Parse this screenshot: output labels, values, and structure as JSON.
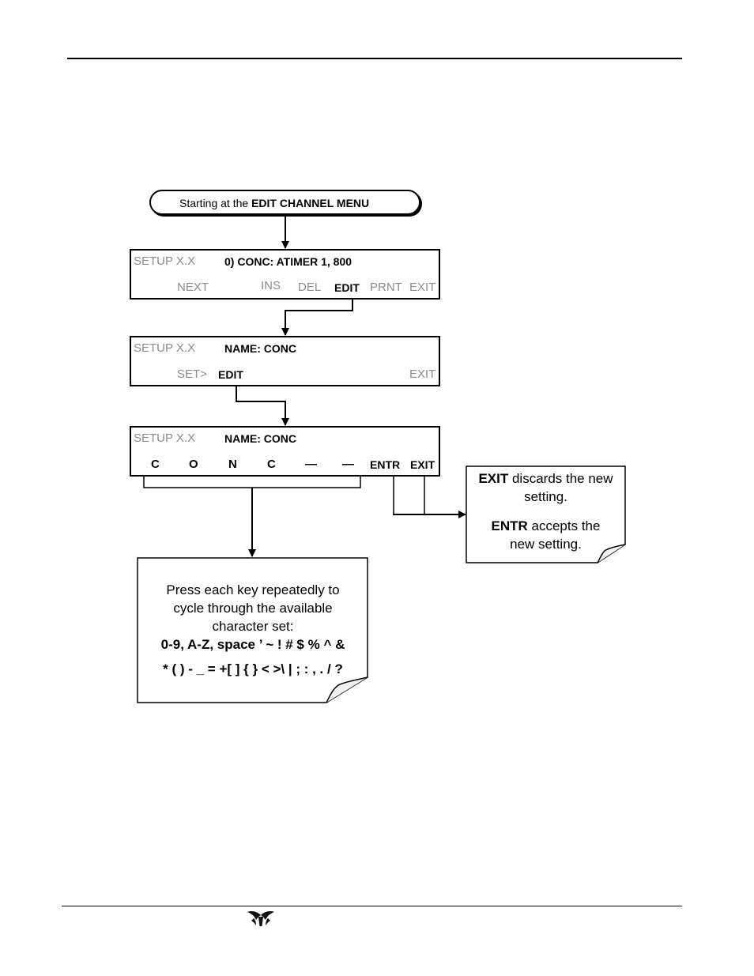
{
  "start": {
    "prefix": "Starting at the ",
    "menu": "EDIT CHANNEL MENU"
  },
  "panel1": {
    "mode": "SETUP X.X",
    "message": "0) CONC:  ATIMER 1, 800",
    "keys": [
      "NEXT",
      "INS",
      "DEL",
      "EDIT",
      "PRNT",
      "EXIT"
    ]
  },
  "panel2": {
    "mode": "SETUP X.X",
    "message": "NAME: CONC",
    "keys": [
      "SET>",
      "EDIT",
      "EXIT"
    ]
  },
  "panel3": {
    "mode": "SETUP X.X",
    "message": "NAME: CONC",
    "keys": [
      "C",
      "O",
      "N",
      "C",
      "—",
      "—",
      "ENTR",
      "EXIT"
    ]
  },
  "note_exit": {
    "line1_bold": "EXIT",
    "line1_rest": " discards the new",
    "line2": "setting.",
    "line3_bold": "ENTR",
    "line3_rest": " accepts the",
    "line4": "new setting."
  },
  "note_chars": {
    "line1": "Press each key repeatedly to",
    "line2": "cycle through the available",
    "line3": "character set:",
    "line4": "0-9, A-Z, space ’ ~ !  # $ % ^ &",
    "line5": "* ( ) - _ = +[ ] { } < >\\ | ; : , . / ?"
  }
}
